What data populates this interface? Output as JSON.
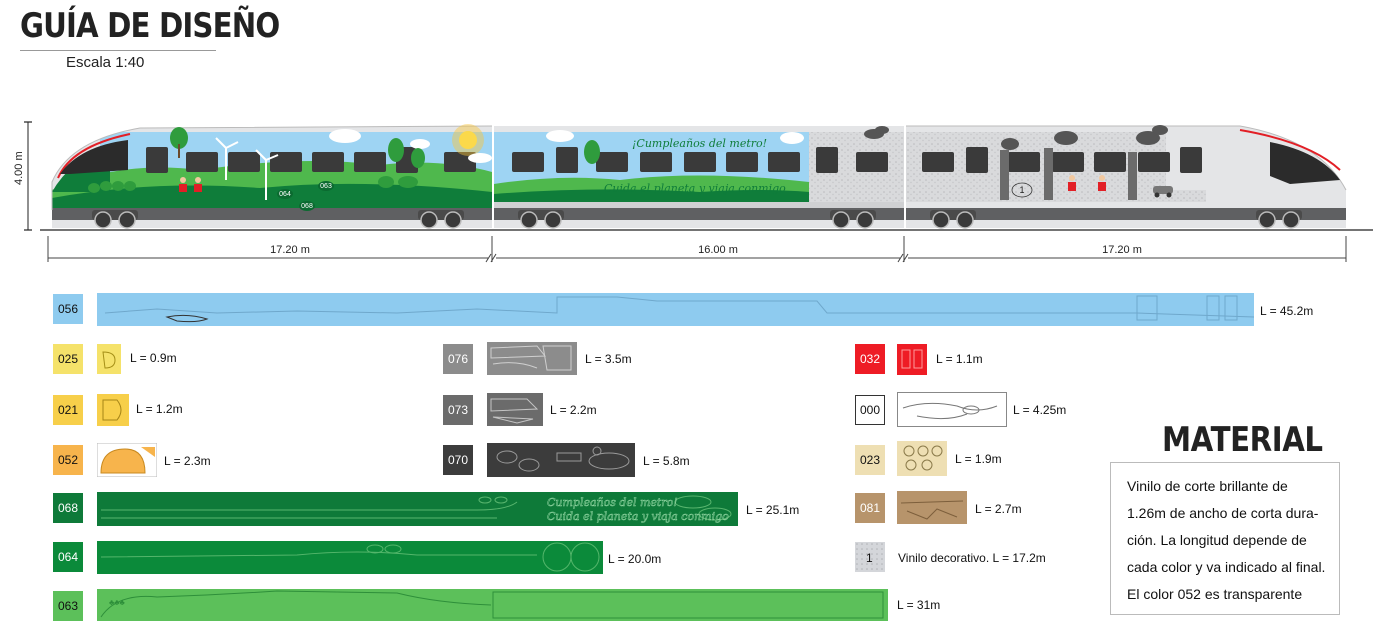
{
  "header": {
    "title": "GUÍA DE DISEÑO",
    "scale": "Escala 1:40"
  },
  "train": {
    "height_label": "4.00 m",
    "segments": [
      "17.20 m",
      "16.00 m",
      "17.20 m"
    ],
    "slogan_1": "¡Cumpleaños del metro!",
    "slogan_2": "Cuida el planeta y viaja conmigo",
    "tags": [
      "064",
      "063",
      "068",
      "1"
    ]
  },
  "colors": {
    "c056": "#8ecbef",
    "c025": "#f5e26a",
    "c021": "#f7cf4a",
    "c052": "#f7b44c",
    "c068": "#0e7a39",
    "c064": "#0b8a3a",
    "c063": "#5cc05a",
    "c076": "#8c8c8c",
    "c073": "#6b6b6b",
    "c070": "#3c3c3c",
    "c032": "#ee1c25",
    "c000": "#ffffff",
    "c023": "#eedfb3",
    "c081": "#b7946b"
  },
  "vinyls": {
    "v056": {
      "code": "056",
      "length": "L = 45.2m"
    },
    "v025": {
      "code": "025",
      "length": "L = 0.9m"
    },
    "v021": {
      "code": "021",
      "length": "L = 1.2m"
    },
    "v052": {
      "code": "052",
      "length": "L = 2.3m"
    },
    "v068": {
      "code": "068",
      "length": "L = 25.1m",
      "text_1": "Cumpleaños del metro!",
      "text_2": "Cuida el planeta y viaja conmigo"
    },
    "v064": {
      "code": "064",
      "length": "L = 20.0m"
    },
    "v063": {
      "code": "063",
      "length": "L = 31m"
    },
    "v076": {
      "code": "076",
      "length": "L = 3.5m"
    },
    "v073": {
      "code": "073",
      "length": "L = 2.2m"
    },
    "v070": {
      "code": "070",
      "length": "L = 5.8m"
    },
    "v032": {
      "code": "032",
      "length": "L = 1.1m"
    },
    "v000": {
      "code": "000",
      "length": "L = 4.25m"
    },
    "v023": {
      "code": "023",
      "length": "L = 1.9m"
    },
    "v081": {
      "code": "081",
      "length": "L = 2.7m"
    },
    "vdeco": {
      "code": "1",
      "length": "Vinilo decorativo. L = 17.2m"
    }
  },
  "material": {
    "title": "MATERIAL",
    "lines": [
      "Vinilo de corte brillante de",
      "1.26m de ancho de corta dura-",
      "ción. La longitud depende de",
      "cada color y va indicado al final.",
      "El color 052 es transparente"
    ]
  }
}
